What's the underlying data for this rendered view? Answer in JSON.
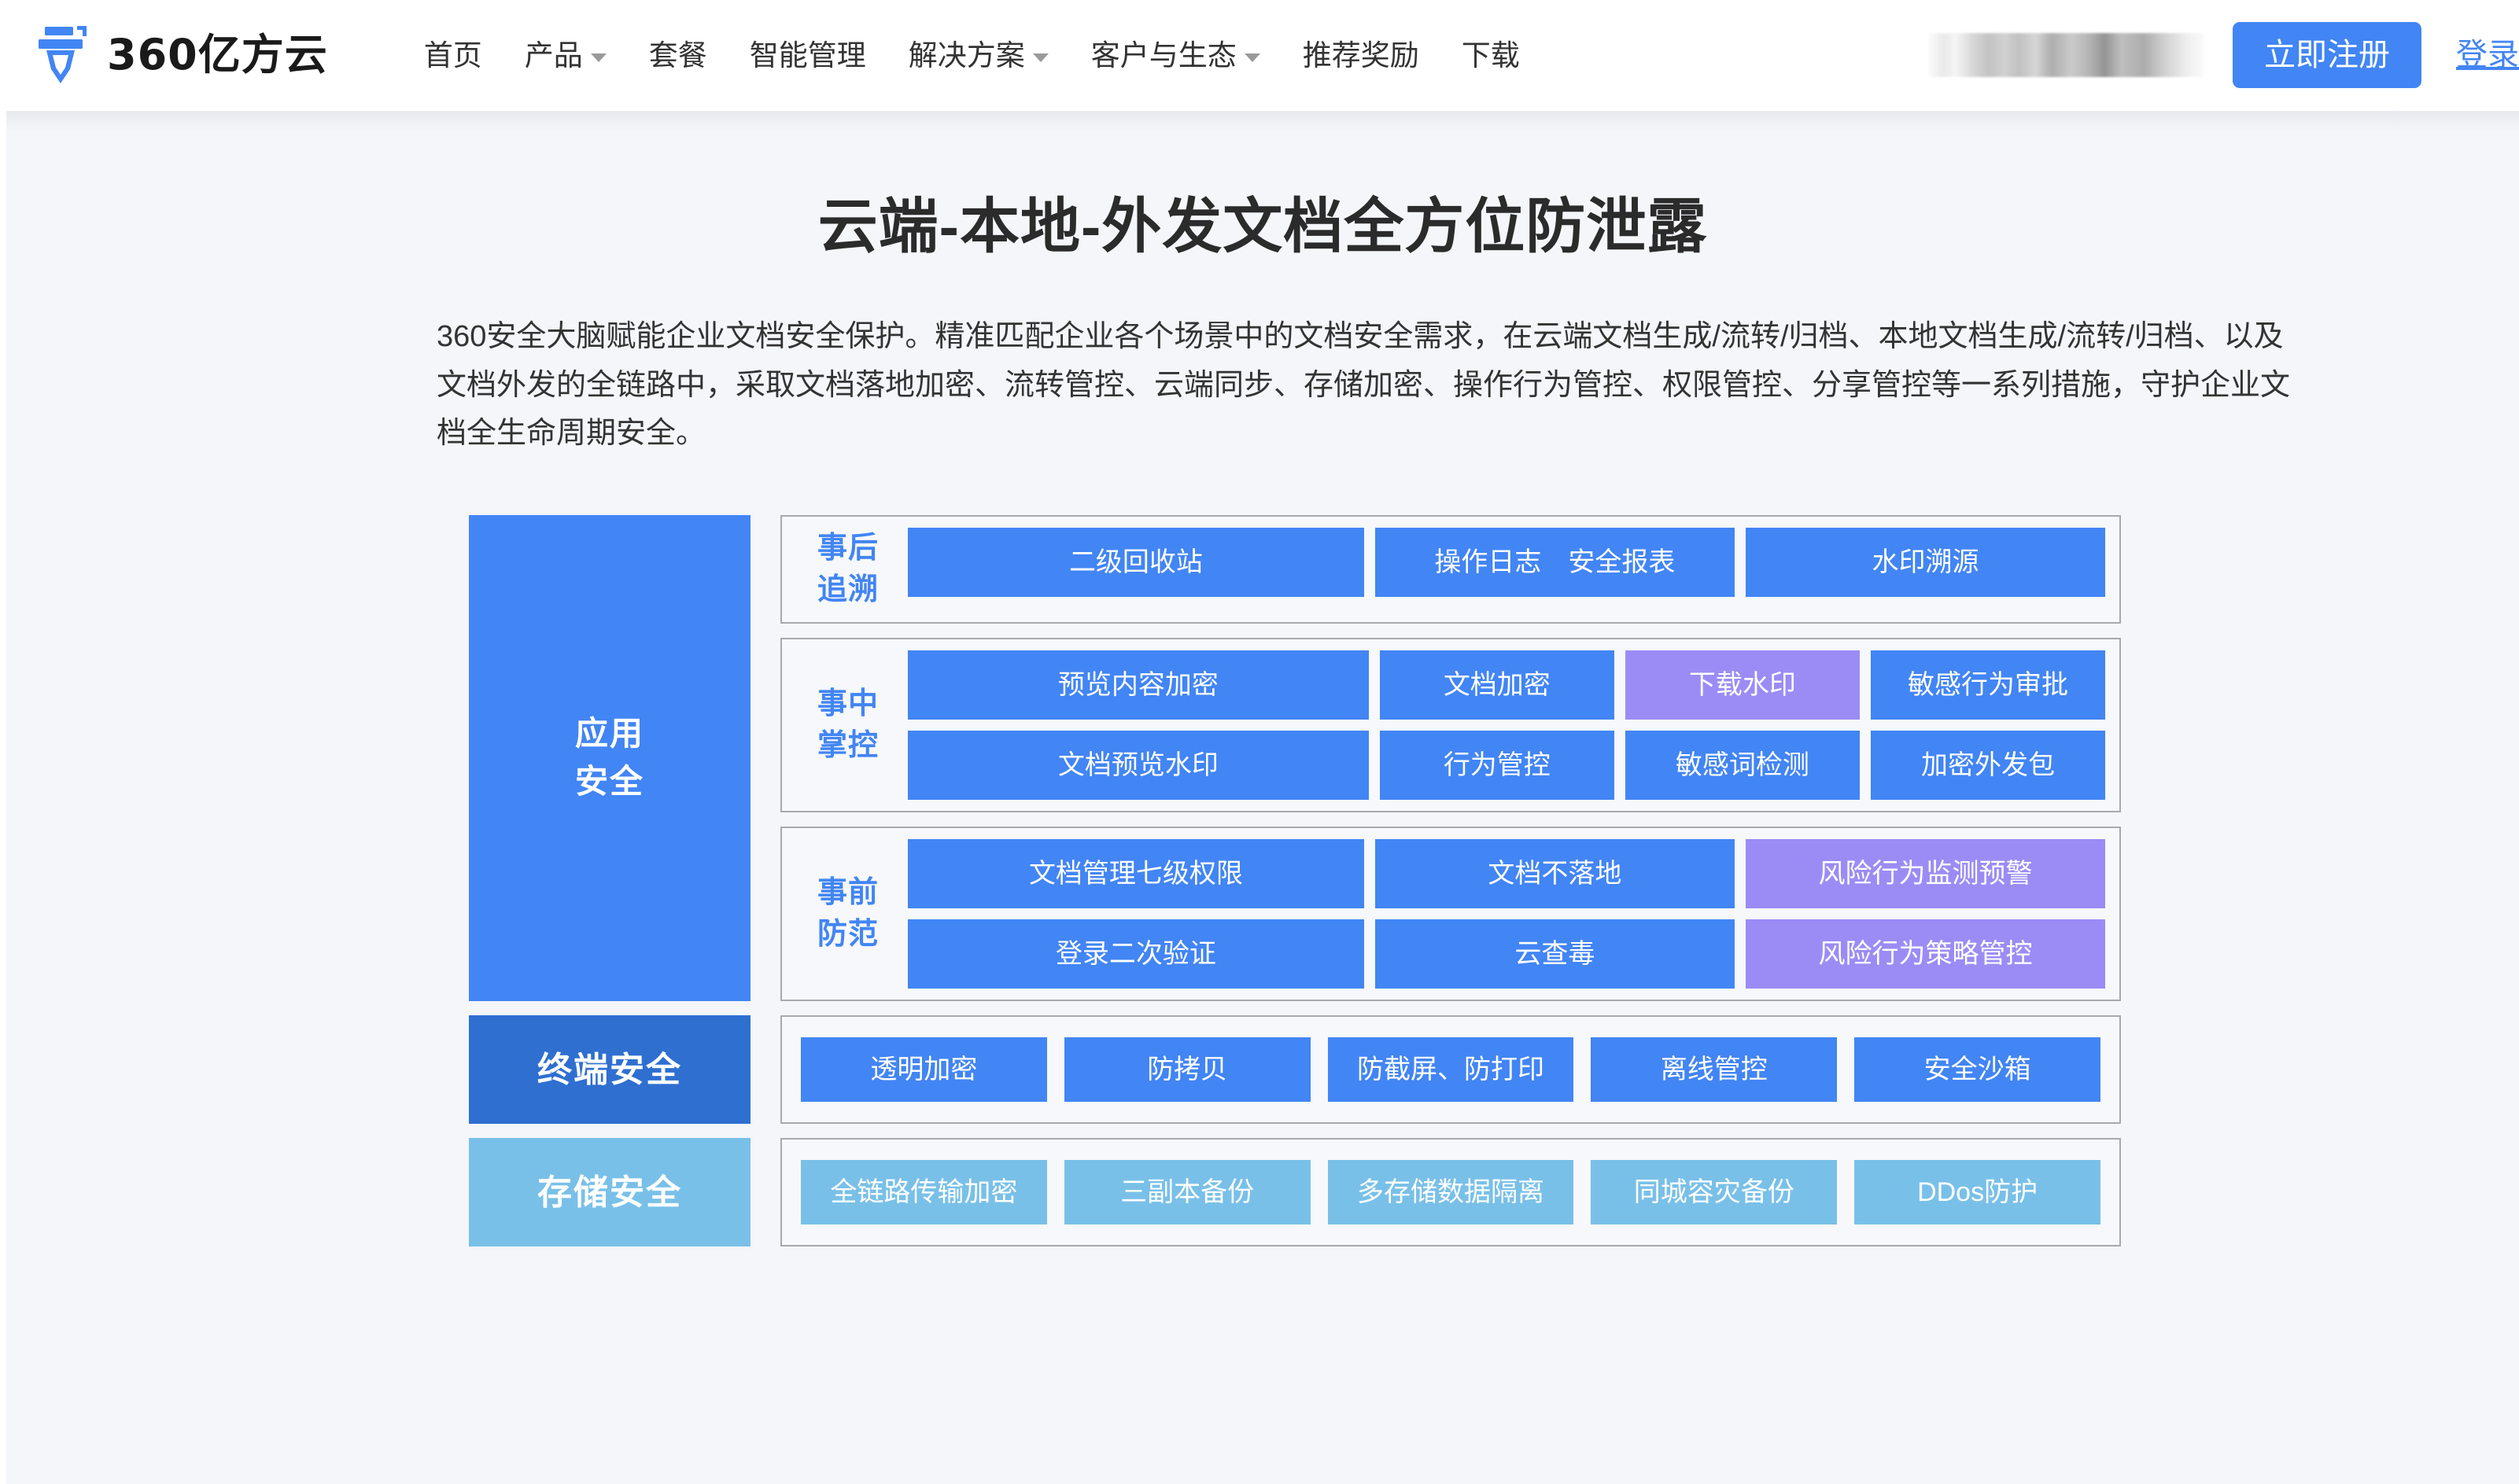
{
  "header": {
    "logo_text": "360亿方云",
    "logo_icon": "brand-pen-icon",
    "nav": [
      {
        "label": "首页",
        "has_caret": false
      },
      {
        "label": "产品",
        "has_caret": true
      },
      {
        "label": "套餐",
        "has_caret": false
      },
      {
        "label": "智能管理",
        "has_caret": false
      },
      {
        "label": "解决方案",
        "has_caret": true
      },
      {
        "label": "客户与生态",
        "has_caret": true
      },
      {
        "label": "推荐奖励",
        "has_caret": false
      },
      {
        "label": "下载",
        "has_caret": false
      }
    ],
    "register_label": "立即注册",
    "login_label": "登录",
    "accent_color": "#4285f4"
  },
  "hero": {
    "title": "云端-本地-外发文档全方位防泄露",
    "description": "360安全大脑赋能企业文档安全保护。精准匹配企业各个场景中的文档安全需求，在云端文档生成/流转/归档、本地文档生成/流转/归档、以及文档外发的全链路中，采取文档落地加密、流转管控、云端同步、存储加密、操作行为管控、权限管控、分享管控等一系列措施，守护企业文档全生命周期安全。"
  },
  "diagram": {
    "colors": {
      "blue": "#4285f4",
      "dark_blue": "#2f6fd0",
      "purple": "#9b8cf5",
      "light_blue": "#79c0e8",
      "group_border": "#a8a9ad",
      "group_bg": "#f6f8fb"
    },
    "app_security": {
      "category_label": "应用\n安全",
      "category_label_line1": "应用",
      "category_label_line2": "安全",
      "groups": [
        {
          "label_line1": "事后",
          "label_line2": "追溯",
          "rows": [
            [
              {
                "text": "二级回收站",
                "color": "blue",
                "width": "w-lg"
              },
              {
                "text": "操作日志　安全报表",
                "color": "blue",
                "width": "w-md"
              },
              {
                "text": "水印溯源",
                "color": "blue",
                "width": "w-md"
              }
            ]
          ]
        },
        {
          "label_line1": "事中",
          "label_line2": "掌控",
          "rows": [
            [
              {
                "text": "预览内容加密",
                "color": "blue",
                "width": "w-lg"
              },
              {
                "text": "文档加密",
                "color": "blue",
                "width": "w-eq"
              },
              {
                "text": "下载水印",
                "color": "purple",
                "width": "w-eq"
              },
              {
                "text": "敏感行为审批",
                "color": "blue",
                "width": "w-eq"
              }
            ],
            [
              {
                "text": "文档预览水印",
                "color": "blue",
                "width": "w-lg"
              },
              {
                "text": "行为管控",
                "color": "blue",
                "width": "w-eq"
              },
              {
                "text": "敏感词检测",
                "color": "blue",
                "width": "w-eq"
              },
              {
                "text": "加密外发包",
                "color": "blue",
                "width": "w-eq"
              }
            ]
          ]
        },
        {
          "label_line1": "事前",
          "label_line2": "防范",
          "rows": [
            [
              {
                "text": "文档管理七级权限",
                "color": "blue",
                "width": "w-lg"
              },
              {
                "text": "文档不落地",
                "color": "blue",
                "width": "w-md"
              },
              {
                "text": "风险行为监测预警",
                "color": "purple",
                "width": "w-md"
              }
            ],
            [
              {
                "text": "登录二次验证",
                "color": "blue",
                "width": "w-lg"
              },
              {
                "text": "云查毒",
                "color": "blue",
                "width": "w-md"
              },
              {
                "text": "风险行为策略管控",
                "color": "purple",
                "width": "w-md"
              }
            ]
          ]
        }
      ]
    },
    "terminal_security": {
      "category_label": "终端安全",
      "cells": [
        {
          "text": "透明加密",
          "color": "blue"
        },
        {
          "text": "防拷贝",
          "color": "blue"
        },
        {
          "text": "防截屏、防打印",
          "color": "blue"
        },
        {
          "text": "离线管控",
          "color": "blue"
        },
        {
          "text": "安全沙箱",
          "color": "blue"
        }
      ]
    },
    "storage_security": {
      "category_label": "存储安全",
      "cells": [
        {
          "text": "全链路传输加密",
          "color": "lblue"
        },
        {
          "text": "三副本备份",
          "color": "lblue"
        },
        {
          "text": "多存储数据隔离",
          "color": "lblue"
        },
        {
          "text": "同城容灾备份",
          "color": "lblue"
        },
        {
          "text": "DDos防护",
          "color": "lblue"
        }
      ]
    }
  }
}
